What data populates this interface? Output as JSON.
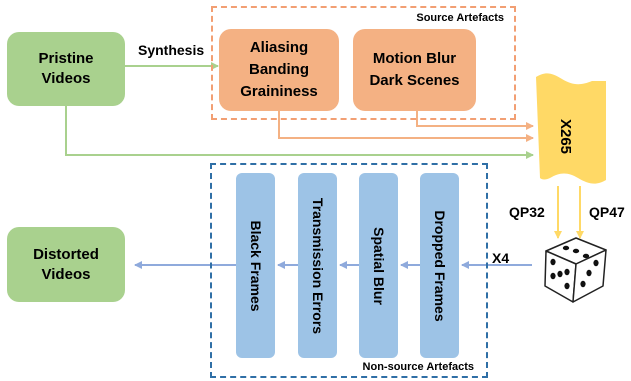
{
  "source_box": {
    "title": "Source Artefacts"
  },
  "nonsource_box": {
    "title": "Non-source Artefacts"
  },
  "pristine": {
    "label": "Pristine\nVideos"
  },
  "distorted": {
    "label": "Distorted\nVideos"
  },
  "source_artefacts": [
    {
      "label": "Aliasing\nBanding\nGraininess"
    },
    {
      "label": "Motion Blur\nDark Scenes"
    }
  ],
  "nonsource_artefacts": [
    {
      "label": "Black Frames"
    },
    {
      "label": "Transmission Errors"
    },
    {
      "label": "Spatial Blur"
    },
    {
      "label": "Dropped Frames"
    }
  ],
  "encoder": {
    "label": "X265"
  },
  "edges": {
    "synthesis": "Synthesis",
    "qp_low": "QP32",
    "qp_high": "QP47",
    "repeat": "X4"
  },
  "colors": {
    "green": "#a9d18e",
    "orange": "#f4b183",
    "blue": "#9dc3e6",
    "yellow": "#ffd966",
    "arrow_blue": "#8faadc"
  }
}
